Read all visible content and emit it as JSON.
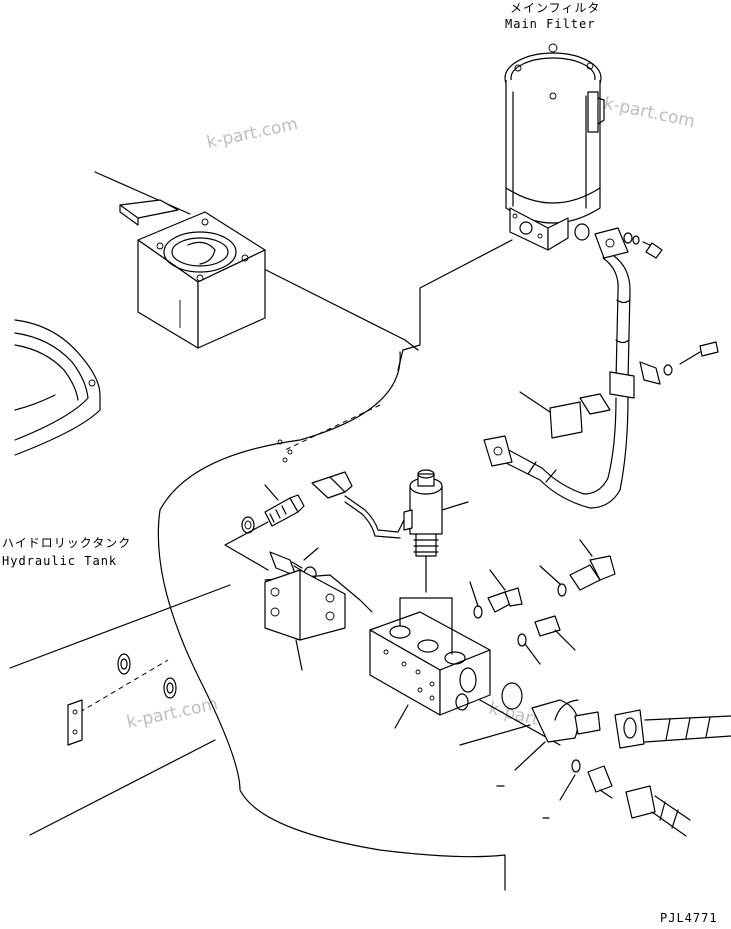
{
  "labels": {
    "main_filter_jp": "メインフィルタ",
    "main_filter_en": "Main Filter",
    "hydraulic_tank_jp": "ハイドロリックタンク",
    "hydraulic_tank_en": "Hydraulic Tank",
    "drawing_code": "PJL4771"
  },
  "watermarks": [
    "k-part.com",
    "k-part.com",
    "k-part.com",
    "k-part.com"
  ]
}
